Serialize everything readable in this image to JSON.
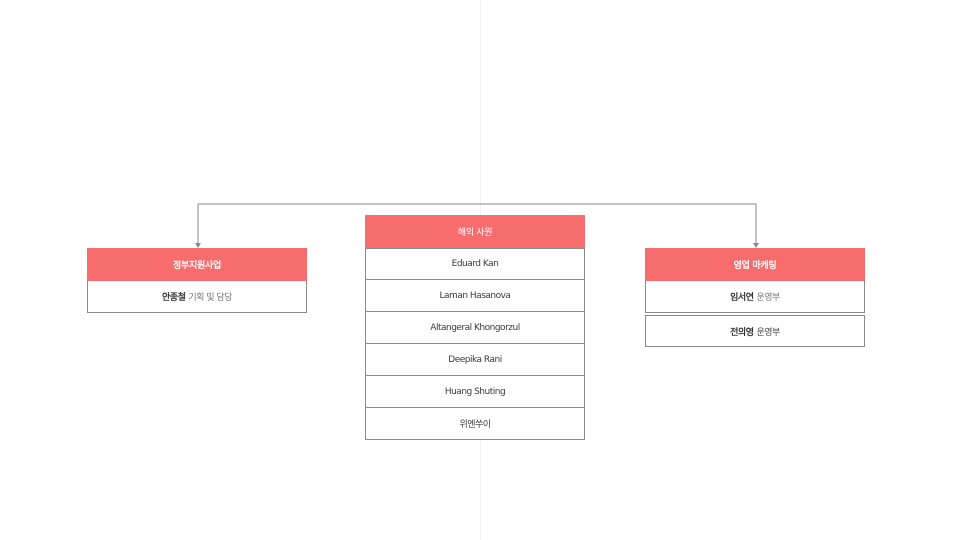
{
  "colors": {
    "header_fill": "#f76d6d",
    "border": "#8a8a8a",
    "connector": "#8a8a8a"
  },
  "left": {
    "title": "정부지원사업",
    "members": [
      {
        "name": "안종철",
        "role": "기획 및 담당"
      }
    ]
  },
  "center": {
    "title": "해외 사원",
    "members": [
      "Eduard Kan",
      "Laman Hasanova",
      "Altangeral Khongorzul",
      "Deepika Rani",
      "Huang Shuting",
      "위엔쑤이"
    ]
  },
  "right": {
    "title": "영업 마케팅",
    "members": [
      {
        "name": "임서연",
        "role": "운영부"
      },
      {
        "name": "전의영",
        "role": "운영부"
      }
    ]
  }
}
